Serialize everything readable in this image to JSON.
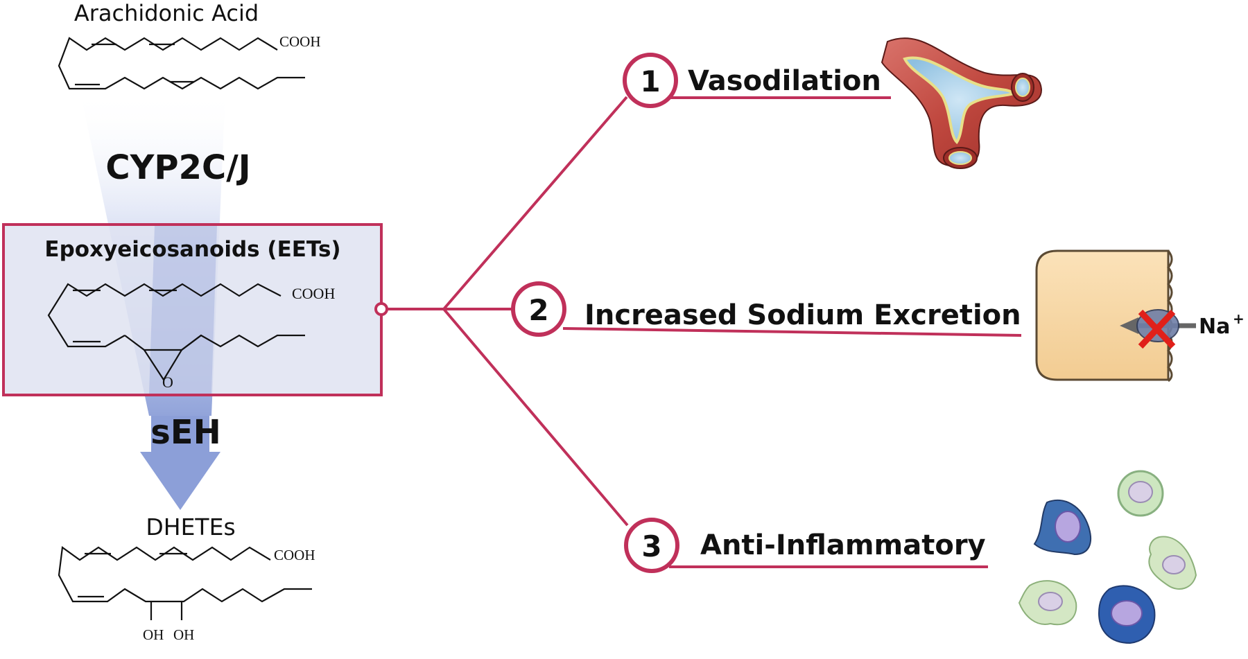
{
  "pathway": {
    "substrate": "Arachidonic Acid",
    "enzyme1": "CYP2C/J",
    "product": "Epoxyeicosanoids (EETs)",
    "enzyme2": "sEH",
    "metabolite": "DHETEs"
  },
  "chem_labels": {
    "cooh": "COOH",
    "oxygen": "O",
    "oh1": "OH",
    "oh2": "OH"
  },
  "effects": [
    {
      "number": "1",
      "label": "Vasodilation"
    },
    {
      "number": "2",
      "label": "Increased Sodium Excretion"
    },
    {
      "number": "3",
      "label": "Anti-Inflammatory"
    }
  ],
  "sodium_label": "Na",
  "sodium_charge": "+",
  "colors": {
    "accent": "#c0305a",
    "box_fill": "#dfe3f1",
    "arrow_blue": "#8c9fd8"
  }
}
